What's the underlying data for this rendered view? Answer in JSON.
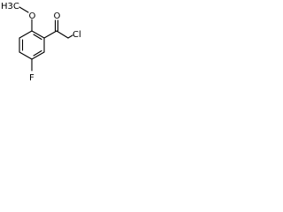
{
  "molecule": {
    "atoms": {
      "methyl": "H3C",
      "ether_oxygen": "O",
      "carbonyl_oxygen": "O",
      "chlorine": "Cl",
      "fluorine": "F"
    },
    "bond_color": "#000000",
    "label_color": "#000000"
  }
}
